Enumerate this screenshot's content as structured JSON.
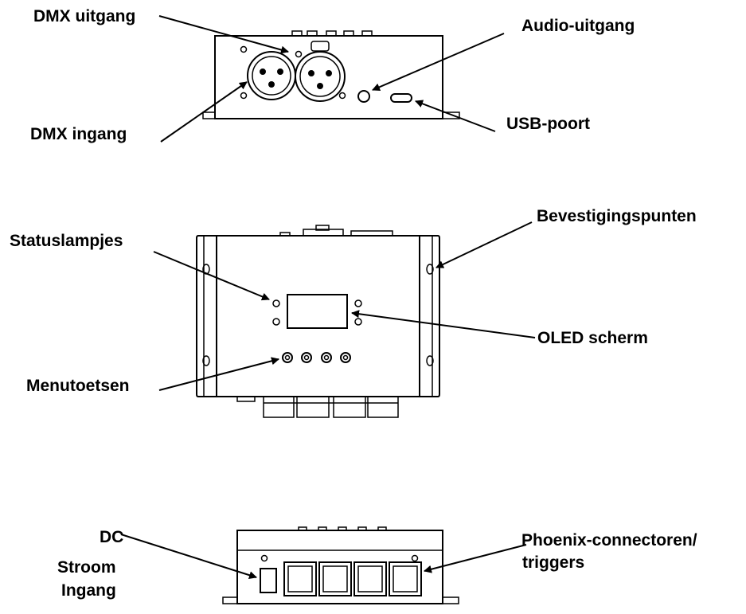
{
  "labels": {
    "dmx_out": "DMX uitgang",
    "audio_out": "Audio-uitgang",
    "dmx_in": "DMX ingang",
    "usb_port": "USB-poort",
    "status_leds": "Statuslampjes",
    "mounting_points": "Bevestigingspunten",
    "oled_screen": "OLED scherm",
    "menu_buttons": "Menutoetsen",
    "dc_line1": "DC",
    "dc_line2": "Stroom",
    "dc_line3": "Ingang",
    "phoenix_line1": "Phoenix-connectoren/",
    "phoenix_line2": "triggers"
  }
}
